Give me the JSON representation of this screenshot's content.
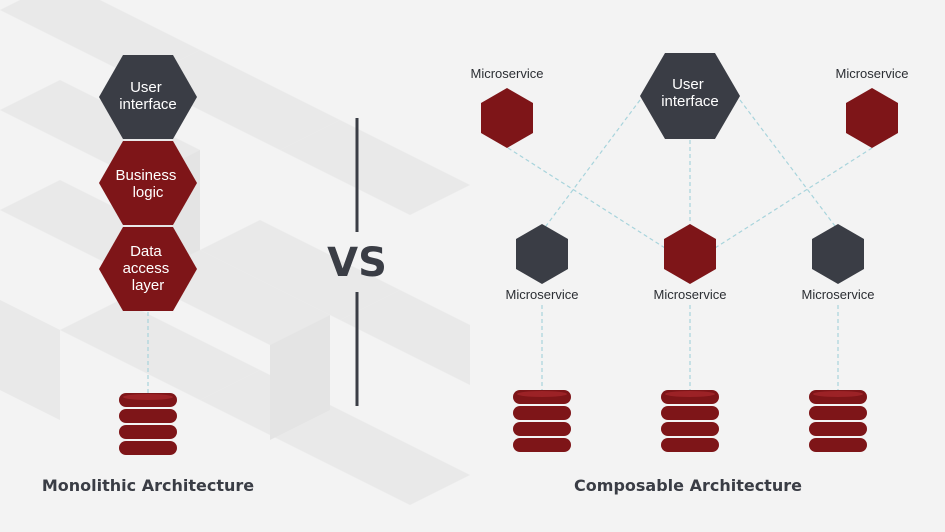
{
  "colors": {
    "dark": "#3a3d45",
    "red": "#7e1518",
    "connector": "#a8d4dc",
    "background": "#f3f3f3"
  },
  "monolith": {
    "layers": [
      {
        "lines": [
          "User",
          "interface"
        ],
        "color": "dark"
      },
      {
        "lines": [
          "Business",
          "logic"
        ],
        "color": "red"
      },
      {
        "lines": [
          "Data",
          "access",
          "layer"
        ],
        "color": "red"
      }
    ],
    "database_icon": "database-icon",
    "title": "Monolithic Architecture"
  },
  "divider": {
    "label": "VS"
  },
  "composable": {
    "user_interface": {
      "lines": [
        "User",
        "interface"
      ]
    },
    "top_services": [
      {
        "label": "Microservice",
        "color": "red"
      },
      {
        "label": "Microservice",
        "color": "red"
      }
    ],
    "bottom_services": [
      {
        "label": "Microservice",
        "color": "dark"
      },
      {
        "label": "Microservice",
        "color": "red"
      },
      {
        "label": "Microservice",
        "color": "dark"
      }
    ],
    "database_icon": "database-icon",
    "title": "Composable Architecture"
  }
}
